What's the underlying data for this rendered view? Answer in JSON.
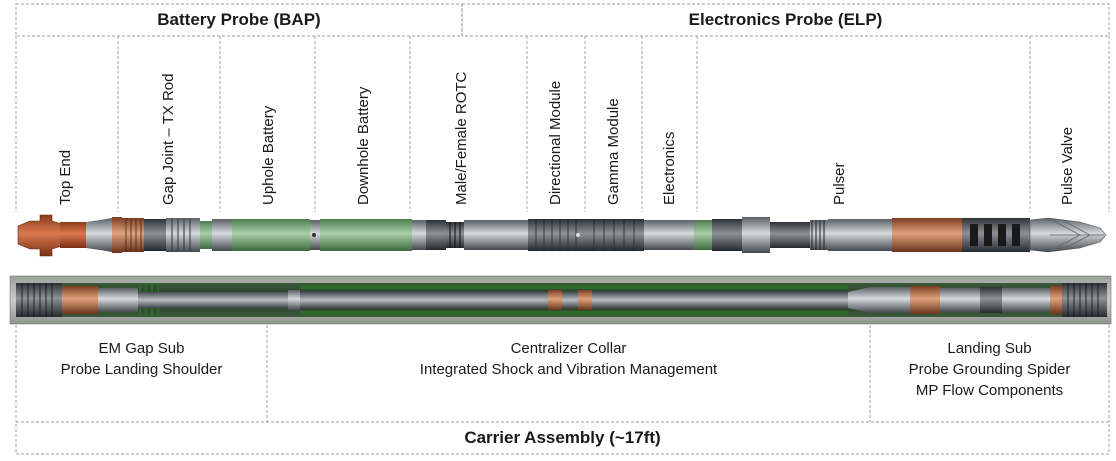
{
  "sections": {
    "battery_probe": "Battery Probe (BAP)",
    "electronics_probe": "Electronics Probe (ELP)"
  },
  "components": [
    "Top End",
    "Gap Joint – TX Rod",
    "Uphole Battery",
    "Downhole Battery",
    "Male/Female ROTC",
    "Directional Module",
    "Gamma Module",
    "Electronics",
    "Pulser",
    "Pulse Valve"
  ],
  "carrier_parts": {
    "gap_sub": [
      "EM Gap Sub",
      "Probe Landing Shoulder"
    ],
    "centralizer": [
      "Centralizer Collar",
      "Integrated Shock and Vibration Management"
    ],
    "landing_sub": [
      "Landing Sub",
      "Probe Grounding Spider",
      "MP Flow Components"
    ]
  },
  "carrier_assembly": "Carrier Assembly (~17ft)",
  "colors": {
    "border": "#b0b0b0",
    "battery_green": "#7fae7f",
    "bronze": "#b8734a",
    "steel": "#8a9096",
    "dark_steel": "#4a4f55",
    "collar_green": "#2e5a2e"
  }
}
